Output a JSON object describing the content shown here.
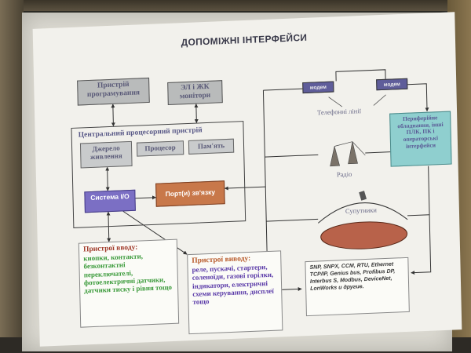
{
  "slide": {
    "title": "ДОПОМІЖНІ ІНТЕРФЕЙСИ",
    "programming_device": "Пристрій програмування",
    "monitors": "ЭЛ і ЖК монітори",
    "cpu_title": "Центральний процесорний пристрій",
    "power_supply": "Джерело живлення",
    "processor": "Процесор",
    "memory": "Пам'ять",
    "io_system": "Система I/O",
    "comm_port": "Порт(и) зв'язку",
    "modem_left": "модем",
    "modem_right": "модем",
    "phone_lines": "Телефонні лінії",
    "radio": "Радіо",
    "satellites": "Супутники",
    "peripherals": "Периферійне обладнання, інші ПЛК, ПК і операторські інтерфейси",
    "input_devices": {
      "title": "Пристрої вводу:",
      "body": "кнопки, контакти, безконтактні переключателі, фотоелектричні датчики, датчики тиску і рівня тощо"
    },
    "output_devices": {
      "title": "Пристрої виводу:",
      "body": "реле, пускачі, стартери, соленоїди, газові горілки, індикатори, електричні схеми керування, дисплеї тощо"
    },
    "protocols": "SNP, SNPX, CCM, RTU, Ethernet TCP/IP, Genius bus, Profibus DP, Interbus S, Modbus, DeviceNet, LonWorks и другие."
  },
  "colors": {
    "io_system": "#7b6fc4",
    "comm_port": "#c8784a",
    "peripherals": "#8fcfcf",
    "satellite_disk": "#b8624a",
    "input_title": "#a03a2a",
    "input_body": "#3a9a3a",
    "output_title": "#b85a2a",
    "output_body": "#5a3aa8"
  }
}
